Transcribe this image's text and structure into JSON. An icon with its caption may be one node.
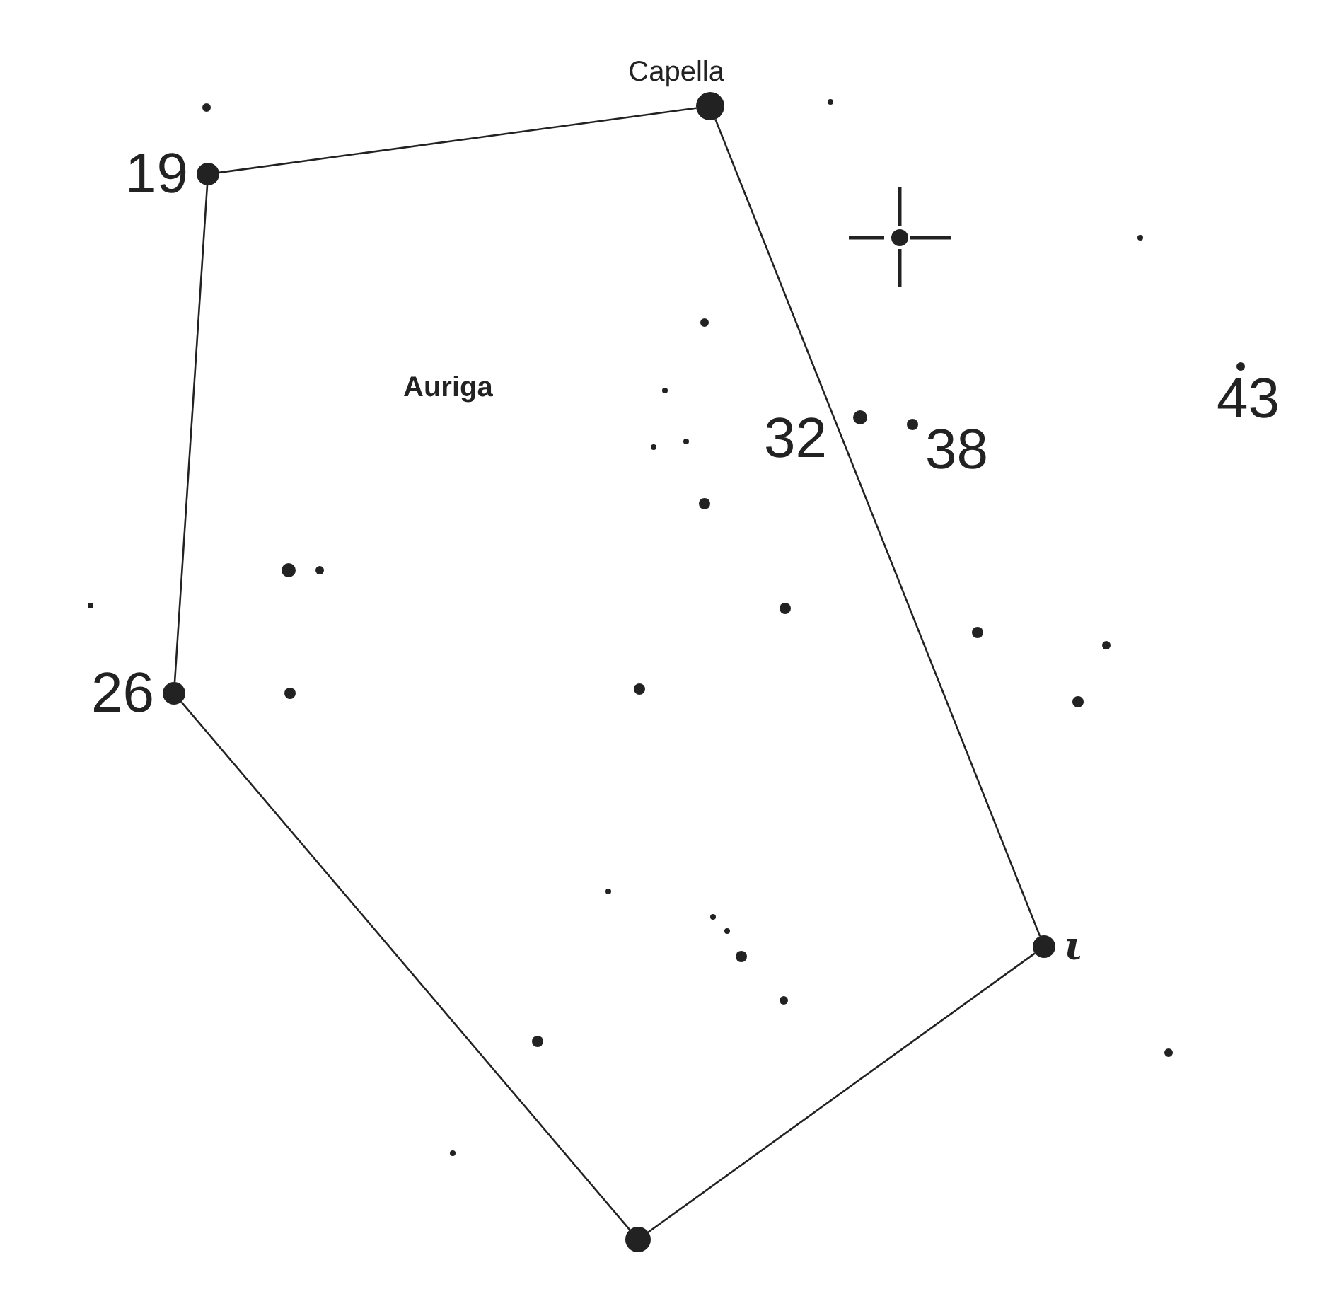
{
  "diagram": {
    "nodes": [
      {
        "text": [
          "Capella"
        ]
      },
      {
        "text": [
          "19"
        ]
      },
      {
        "text": [
          "26"
        ]
      },
      {
        "text": [],
        "shape": "circle"
      },
      {
        "text": [
          "ι"
        ]
      }
    ],
    "edges": [
      {
        "from": 1,
        "to": 0,
        "arrow": "none"
      },
      {
        "from": 0,
        "to": 4,
        "arrow": "none"
      },
      {
        "from": 4,
        "to": 3,
        "arrow": "none"
      },
      {
        "from": 3,
        "to": 2,
        "arrow": "none"
      },
      {
        "from": 2,
        "to": 1,
        "arrow": "none"
      }
    ],
    "labels": [
      "Auriga",
      "32",
      "38",
      "43"
    ]
  }
}
